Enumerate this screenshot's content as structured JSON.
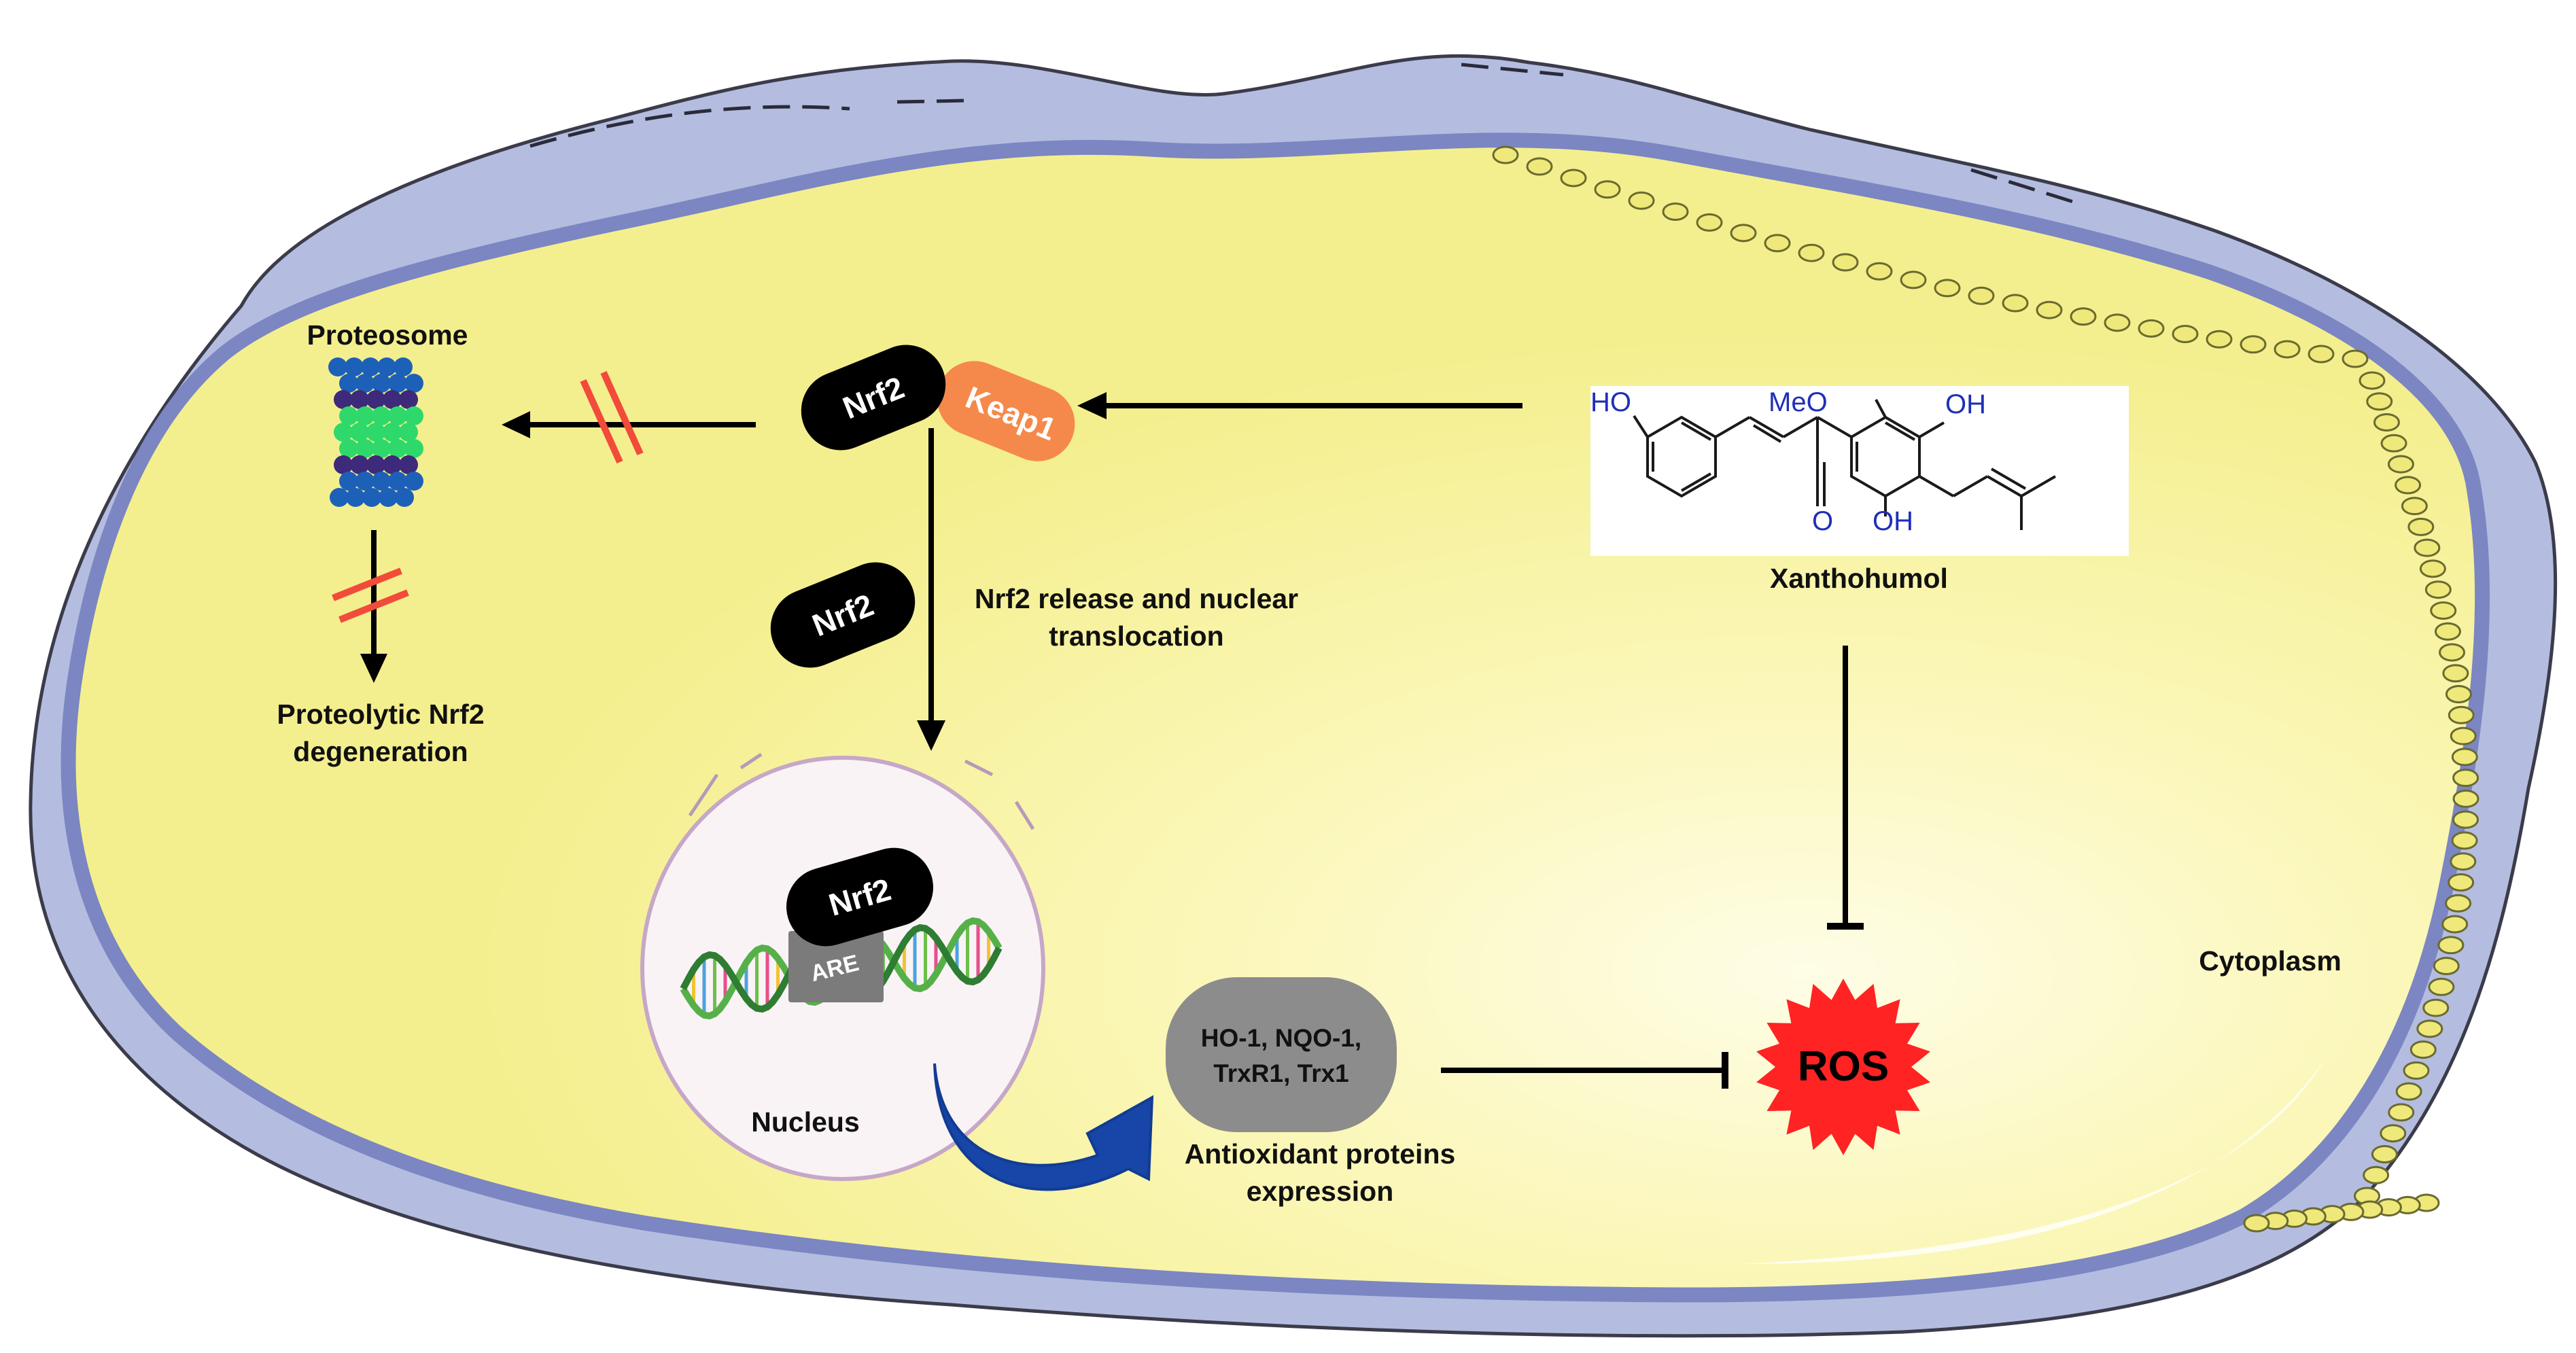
{
  "labels": {
    "proteosome": "Proteosome",
    "proteolytic_line1": "Proteolytic Nrf2",
    "proteolytic_line2": "degeneration",
    "release_line1": "Nrf2 release and nuclear",
    "release_line2": "translocation",
    "xanthohumol": "Xanthohumol",
    "cytoplasm": "Cytoplasm",
    "nucleus": "Nucleus",
    "antioxidant_line1": "Antioxidant proteins",
    "antioxidant_line2": "expression"
  },
  "complex": {
    "nrf2": "Nrf2",
    "keap1": "Keap1"
  },
  "free_nrf2": "Nrf2",
  "nuclear_nrf2": "Nrf2",
  "are": "ARE",
  "proteins": {
    "line1": "HO-1, NQO-1,",
    "line2": "TrxR1, Trx1"
  },
  "ros": "ROS",
  "chem_labels": {
    "ho": "HO",
    "meo": "MeO",
    "oh_top": "OH",
    "oh_bottom": "OH",
    "o": "O"
  },
  "colors": {
    "membrane": "#8a96c8",
    "membrane_fill": "#b4bde0",
    "cytoplasm": "#f7f39a",
    "nucleus_fill": "#f9f3f6",
    "keap1": "#f5894b",
    "ros": "#ff2323",
    "inhibit_mark": "#f24b3a",
    "blue_arrow": "#1746a8",
    "protein_box": "#8c8c8c",
    "are_box": "#7b7b7b",
    "chem": "#1f2fb8"
  }
}
